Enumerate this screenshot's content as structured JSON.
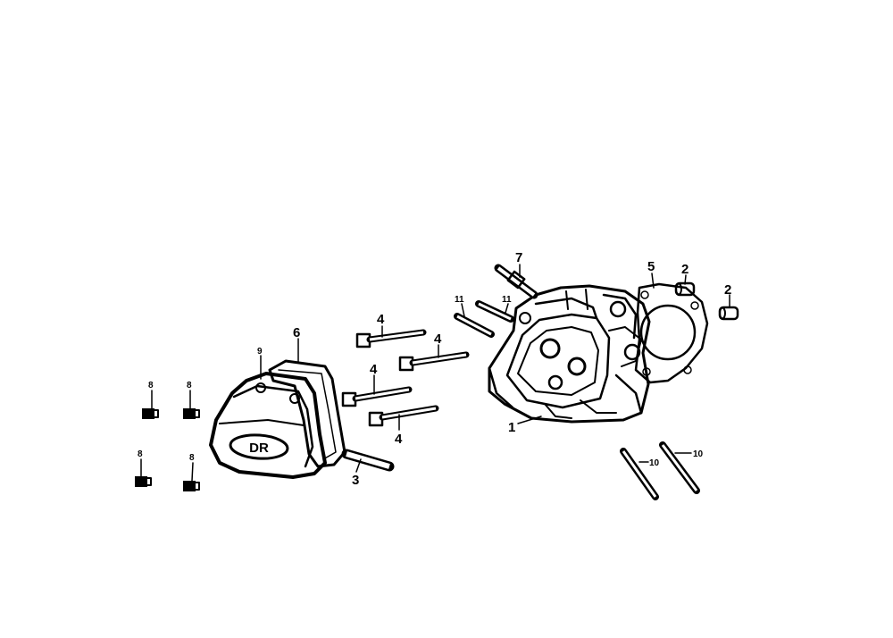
{
  "diagram": {
    "title": "",
    "callouts": {
      "cylinder_head": "1",
      "dowel_pin_a": "2",
      "dowel_pin_b": "2",
      "pipe": "3",
      "bolt_a": "4",
      "bolt_b": "4",
      "bolt_c": "4",
      "bolt_d": "4",
      "head_gasket": "5",
      "cover_gasket": "6",
      "spark_plug": "7",
      "nut_a": "8",
      "nut_b": "8",
      "nut_c": "8",
      "nut_d": "8",
      "cover": "9",
      "stud_a": "10",
      "stud_b": "10",
      "short_stud_a": "11",
      "short_stud_b": "11"
    },
    "cover_logo": "DR"
  },
  "colors": {
    "ink": "#000000",
    "background": "#ffffff"
  }
}
